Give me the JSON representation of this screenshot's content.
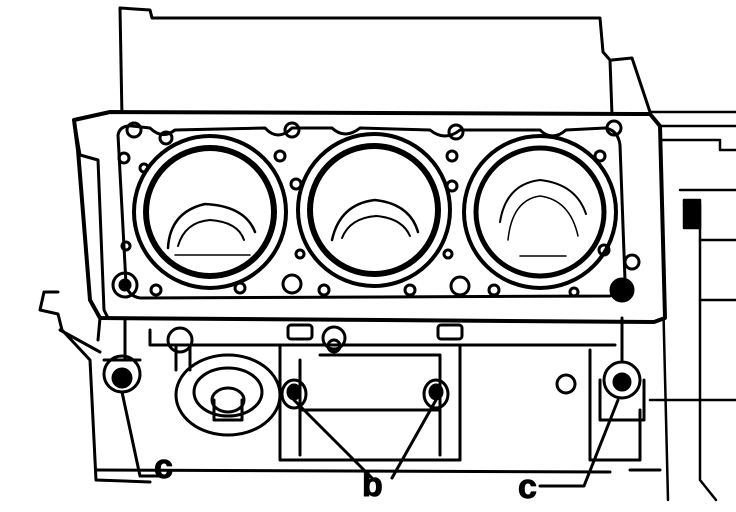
{
  "callouts": {
    "b": "b",
    "c_left": "c",
    "c_right": "c"
  },
  "colors": {
    "ink": "#000000",
    "paper": "#ffffff"
  }
}
